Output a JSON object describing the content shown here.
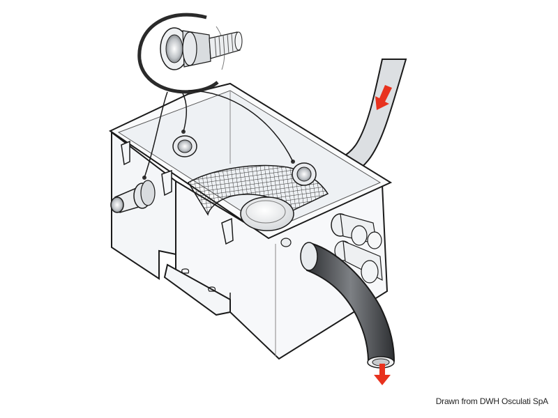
{
  "illustration": {
    "subject": "sump-box-with-filter-and-hose-connections",
    "colors": {
      "line": "#1a1a1a",
      "box_fill": "#f4f6f8",
      "inlet_hose": "#d8dbde",
      "outlet_hose": "#4a4d50",
      "arrow": "#e8321e",
      "mesh": "#2b2b2b"
    },
    "arrows": [
      {
        "name": "inflow-arrow",
        "direction": "down-left"
      },
      {
        "name": "outflow-arrow",
        "direction": "down"
      }
    ]
  },
  "caption": {
    "credit": "Drawn from DWH Osculati SpA"
  }
}
